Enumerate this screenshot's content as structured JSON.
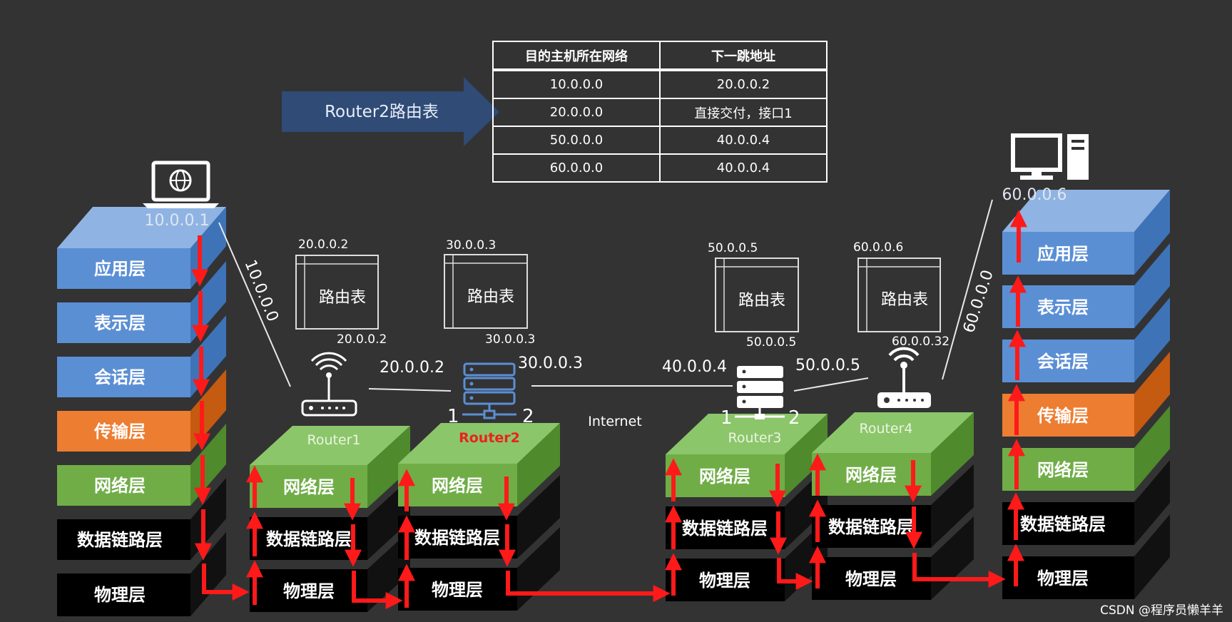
{
  "route_table": {
    "arrow_label": "Router2路由表",
    "headers": [
      "目的主机所在网络",
      "下一跳地址"
    ],
    "rows": [
      [
        "10.0.0.0",
        "20.0.0.2"
      ],
      [
        "20.0.0.0",
        "直接交付，接口1"
      ],
      [
        "50.0.0.0",
        "40.0.0.4"
      ],
      [
        "60.0.0.0",
        "40.0.0.4"
      ]
    ]
  },
  "source_host": {
    "ip": "10.0.0.1",
    "layers": [
      "应用层",
      "表示层",
      "会话层",
      "传输层",
      "网络层",
      "数据链路层",
      "物理层"
    ]
  },
  "dest_host": {
    "ip": "60.0.0.6",
    "layers": [
      "应用层",
      "表示层",
      "会话层",
      "传输层",
      "网络层",
      "数据链路层",
      "物理层"
    ]
  },
  "routers": [
    {
      "name": "Router1",
      "layers": [
        "网络层",
        "数据链路层",
        "物理层"
      ],
      "table_label": "路由表",
      "table_ip_top": "20.0.0.2",
      "table_ip_bottom": "20.0.0.2",
      "port_ip": "20.0.0.2"
    },
    {
      "name": "Router2",
      "layers": [
        "网络层",
        "数据链路层",
        "物理层"
      ],
      "table_label": "路由表",
      "table_ip_top": "30.0.0.3",
      "table_ip_bottom": "30.0.0.3",
      "port_ip": "30.0.0.3",
      "port1": "1",
      "port2": "2",
      "highlight_color": "#e8231e"
    },
    {
      "name": "Router3",
      "layers": [
        "网络层",
        "数据链路层",
        "物理层"
      ],
      "table_label": "路由表",
      "table_ip_top": "50.0.0.5",
      "table_ip_bottom": "50.0.0.5",
      "port_ip": "40.0.0.4",
      "port1": "1",
      "port2": "2"
    },
    {
      "name": "Router4",
      "layers": [
        "网络层",
        "数据链路层",
        "物理层"
      ],
      "table_label": "路由表",
      "table_ip_top": "60.0.0.6",
      "table_ip_bottom": "60.0.0.32",
      "port_ip": "50.0.0.5"
    }
  ],
  "links": {
    "left_network": "10.0.0.0",
    "right_network": "60.0.0.0",
    "internet": "Internet"
  },
  "colors": {
    "background": "#333334",
    "blue_layer": "#5b8fd4",
    "orange_layer": "#ed7d31",
    "green_layer": "#70ad47",
    "black_layer": "#000000",
    "arrow": "#ff0000",
    "banner": "#2f4d7a"
  },
  "watermark": "CSDN @程序员懒羊羊"
}
